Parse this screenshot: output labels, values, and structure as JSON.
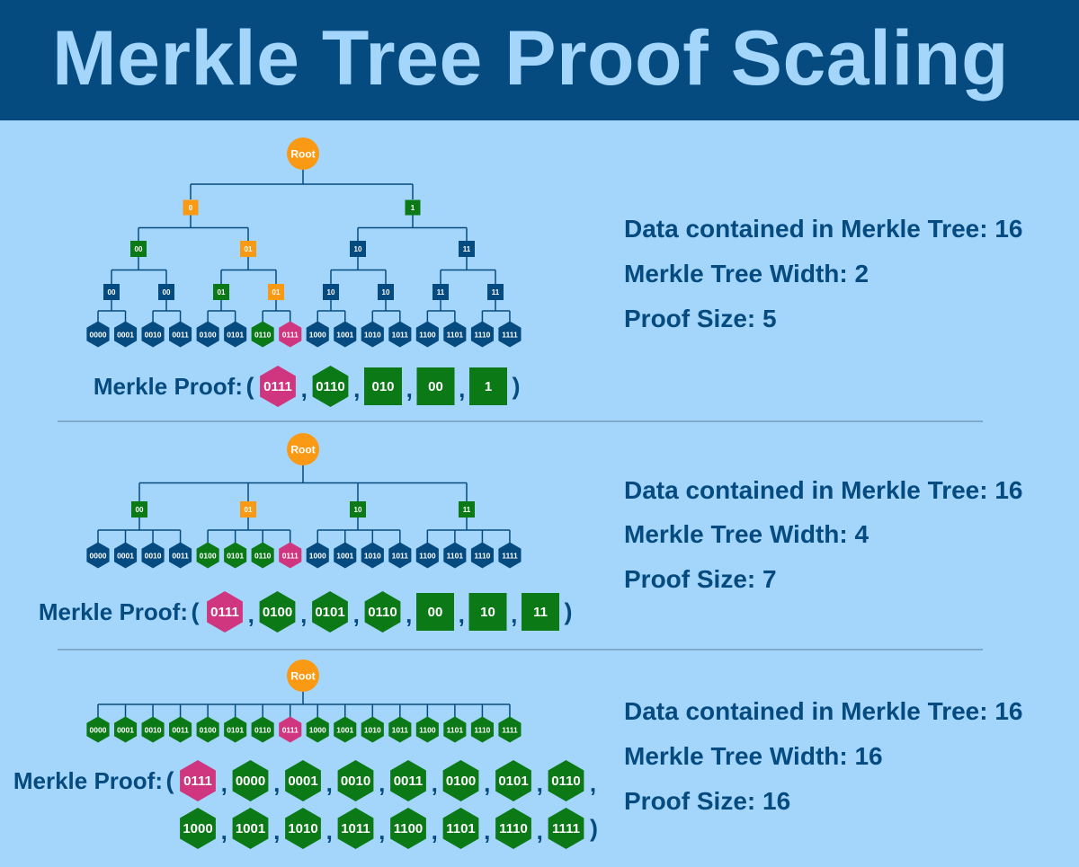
{
  "title": "Merkle Tree Proof Scaling",
  "colors": {
    "header_bg": "#064b80",
    "background": "#a3d6fa",
    "blue_node": "#064b80",
    "green_node": "#0b7a16",
    "orange_node": "#fa9a14",
    "magenta_node": "#d0367f",
    "line": "#064b80",
    "text": "#064b80"
  },
  "root_label": "Root",
  "proof_prefix": "Merkle Proof:",
  "sections": [
    {
      "info": {
        "data_line": "Data contained in Merkle Tree: 16",
        "width_line": "Merkle Tree Width: 2",
        "proof_size_line": "Proof Size: 5"
      },
      "levels": [
        [
          {
            "label": "0",
            "color": "orange"
          },
          {
            "label": "1",
            "color": "green"
          }
        ],
        [
          {
            "label": "00",
            "color": "green"
          },
          {
            "label": "01",
            "color": "orange"
          },
          {
            "label": "10",
            "color": "blue"
          },
          {
            "label": "11",
            "color": "blue"
          }
        ],
        [
          {
            "label": "00",
            "color": "blue"
          },
          {
            "label": "00",
            "color": "blue"
          },
          {
            "label": "01",
            "color": "green"
          },
          {
            "label": "01",
            "color": "orange"
          },
          {
            "label": "10",
            "color": "blue"
          },
          {
            "label": "10",
            "color": "blue"
          },
          {
            "label": "11",
            "color": "blue"
          },
          {
            "label": "11",
            "color": "blue"
          }
        ]
      ],
      "leaves": [
        {
          "label": "0000",
          "color": "blue"
        },
        {
          "label": "0001",
          "color": "blue"
        },
        {
          "label": "0010",
          "color": "blue"
        },
        {
          "label": "0011",
          "color": "blue"
        },
        {
          "label": "0100",
          "color": "blue"
        },
        {
          "label": "0101",
          "color": "blue"
        },
        {
          "label": "0110",
          "color": "green"
        },
        {
          "label": "0111",
          "color": "magenta"
        },
        {
          "label": "1000",
          "color": "blue"
        },
        {
          "label": "1001",
          "color": "blue"
        },
        {
          "label": "1010",
          "color": "blue"
        },
        {
          "label": "1011",
          "color": "blue"
        },
        {
          "label": "1100",
          "color": "blue"
        },
        {
          "label": "1101",
          "color": "blue"
        },
        {
          "label": "1110",
          "color": "blue"
        },
        {
          "label": "1111",
          "color": "blue"
        }
      ],
      "proof": [
        {
          "label": "0111",
          "shape": "hex",
          "color": "magenta"
        },
        {
          "label": "0110",
          "shape": "hex",
          "color": "green"
        },
        {
          "label": "010",
          "shape": "square",
          "color": "green"
        },
        {
          "label": "00",
          "shape": "square",
          "color": "green"
        },
        {
          "label": "1",
          "shape": "square",
          "color": "green"
        }
      ]
    },
    {
      "info": {
        "data_line": "Data contained in Merkle Tree: 16",
        "width_line": "Merkle Tree Width: 4",
        "proof_size_line": "Proof Size: 7"
      },
      "levels": [
        [
          {
            "label": "00",
            "color": "green"
          },
          {
            "label": "01",
            "color": "orange"
          },
          {
            "label": "10",
            "color": "green"
          },
          {
            "label": "11",
            "color": "green"
          }
        ]
      ],
      "leaves": [
        {
          "label": "0000",
          "color": "blue"
        },
        {
          "label": "0001",
          "color": "blue"
        },
        {
          "label": "0010",
          "color": "blue"
        },
        {
          "label": "0011",
          "color": "blue"
        },
        {
          "label": "0100",
          "color": "green"
        },
        {
          "label": "0101",
          "color": "green"
        },
        {
          "label": "0110",
          "color": "green"
        },
        {
          "label": "0111",
          "color": "magenta"
        },
        {
          "label": "1000",
          "color": "blue"
        },
        {
          "label": "1001",
          "color": "blue"
        },
        {
          "label": "1010",
          "color": "blue"
        },
        {
          "label": "1011",
          "color": "blue"
        },
        {
          "label": "1100",
          "color": "blue"
        },
        {
          "label": "1101",
          "color": "blue"
        },
        {
          "label": "1110",
          "color": "blue"
        },
        {
          "label": "1111",
          "color": "blue"
        }
      ],
      "proof": [
        {
          "label": "0111",
          "shape": "hex",
          "color": "magenta"
        },
        {
          "label": "0100",
          "shape": "hex",
          "color": "green"
        },
        {
          "label": "0101",
          "shape": "hex",
          "color": "green"
        },
        {
          "label": "0110",
          "shape": "hex",
          "color": "green"
        },
        {
          "label": "00",
          "shape": "square",
          "color": "green"
        },
        {
          "label": "10",
          "shape": "square",
          "color": "green"
        },
        {
          "label": "11",
          "shape": "square",
          "color": "green"
        }
      ]
    },
    {
      "info": {
        "data_line": "Data contained in Merkle Tree: 16",
        "width_line": "Merkle Tree Width: 16",
        "proof_size_line": "Proof Size: 16"
      },
      "levels": [],
      "leaves": [
        {
          "label": "0000",
          "color": "green"
        },
        {
          "label": "0001",
          "color": "green"
        },
        {
          "label": "0010",
          "color": "green"
        },
        {
          "label": "0011",
          "color": "green"
        },
        {
          "label": "0100",
          "color": "green"
        },
        {
          "label": "0101",
          "color": "green"
        },
        {
          "label": "0110",
          "color": "green"
        },
        {
          "label": "0111",
          "color": "magenta"
        },
        {
          "label": "1000",
          "color": "green"
        },
        {
          "label": "1001",
          "color": "green"
        },
        {
          "label": "1010",
          "color": "green"
        },
        {
          "label": "1011",
          "color": "green"
        },
        {
          "label": "1100",
          "color": "green"
        },
        {
          "label": "1101",
          "color": "green"
        },
        {
          "label": "1110",
          "color": "green"
        },
        {
          "label": "1111",
          "color": "green"
        }
      ],
      "proof": [
        {
          "label": "0111",
          "shape": "hex",
          "color": "magenta"
        },
        {
          "label": "0000",
          "shape": "hex",
          "color": "green"
        },
        {
          "label": "0001",
          "shape": "hex",
          "color": "green"
        },
        {
          "label": "0010",
          "shape": "hex",
          "color": "green"
        },
        {
          "label": "0011",
          "shape": "hex",
          "color": "green"
        },
        {
          "label": "0100",
          "shape": "hex",
          "color": "green"
        },
        {
          "label": "0101",
          "shape": "hex",
          "color": "green"
        },
        {
          "label": "0110",
          "shape": "hex",
          "color": "green"
        },
        {
          "label": "1000",
          "shape": "hex",
          "color": "green"
        },
        {
          "label": "1001",
          "shape": "hex",
          "color": "green"
        },
        {
          "label": "1010",
          "shape": "hex",
          "color": "green"
        },
        {
          "label": "1011",
          "shape": "hex",
          "color": "green"
        },
        {
          "label": "1100",
          "shape": "hex",
          "color": "green"
        },
        {
          "label": "1101",
          "shape": "hex",
          "color": "green"
        },
        {
          "label": "1110",
          "shape": "hex",
          "color": "green"
        },
        {
          "label": "1111",
          "shape": "hex",
          "color": "green"
        }
      ]
    }
  ]
}
